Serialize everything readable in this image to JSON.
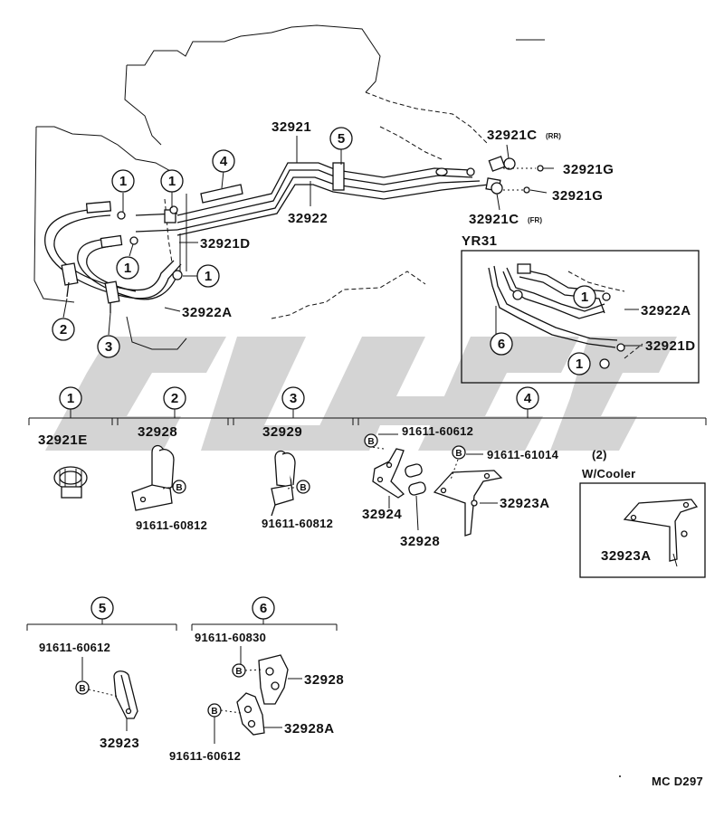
{
  "diagram": {
    "labels": {
      "t32921": "32921",
      "t32922": "32922",
      "t32921C_rr": "32921C",
      "t32921C_rr_suffix": "(RR)",
      "t32921C_fr": "32921C",
      "t32921C_fr_suffix": "(FR)",
      "t32921G_a": "32921G",
      "t32921G_b": "32921G",
      "t32921D": "32921D",
      "t32922A": "32922A",
      "yr31": "YR31",
      "t32922A_inset": "32922A",
      "t32921D_inset": "32921D"
    },
    "callouts": [
      "1",
      "2",
      "3",
      "4",
      "5",
      "6",
      "B"
    ],
    "groups": {
      "g1": {
        "num": "1",
        "part": "32921E"
      },
      "g2": {
        "num": "2",
        "part": "32928",
        "bolt": "91611-60812"
      },
      "g3": {
        "num": "3",
        "part": "32929",
        "bolt": "91611-60812"
      },
      "g4": {
        "num": "4",
        "bolt_a": "91611-60612",
        "bolt_b": "91611-61014",
        "bolt_b_qty": "(2)",
        "part_a": "32924",
        "part_b": "32928",
        "part_c": "32923A",
        "wcooler": "W/Cooler",
        "wcooler_part": "32923A"
      },
      "g5": {
        "num": "5",
        "bolt": "91611-60612",
        "part": "32923"
      },
      "g6": {
        "num": "6",
        "bolt_a": "91611-60830",
        "part_a": "32928",
        "part_b": "32928A",
        "bolt_b": "91611-60612"
      }
    },
    "code": "MC D297"
  }
}
